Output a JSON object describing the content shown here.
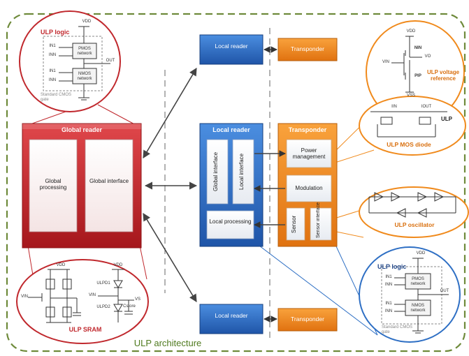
{
  "architecture_label": "ULP architecture",
  "global_reader": {
    "title": "Global reader",
    "processing": "Global processing",
    "interface": "Global interface"
  },
  "local_reader_main": {
    "title": "Local reader",
    "global_interface": "Global interface",
    "local_interface": "Local interface",
    "processing": "Local processing"
  },
  "transponder_main": {
    "title": "Transponder",
    "power": "Power management",
    "modulation": "Modulation",
    "sensor": "Sensor",
    "sensor_interface": "Sensor interface"
  },
  "small_blocks": {
    "local_reader_top": "Local reader",
    "transponder_top": "Transponder",
    "local_reader_bottom": "Local reader",
    "transponder_bottom": "Transponder"
  },
  "callouts": {
    "logic_top": {
      "title": "ULP logic",
      "vdd": "VDD",
      "in1": "IN1",
      "inn": "INN",
      "pmos": "PMOS network",
      "nmos": "NMOS network",
      "out": "OUT",
      "caption": "Standard CMOS gate"
    },
    "sram": {
      "title": "ULP SRAM",
      "vdd": "VDD",
      "vin": "VIN",
      "ulpd1": "ULPD1",
      "ulpd2": "ULPD2",
      "cstore": "Cstore",
      "vs": "VS"
    },
    "voltage_ref": {
      "title": "ULP voltage reference",
      "vdd": "VDD",
      "vss": "VSS",
      "vin": "VIN",
      "vo": "VO",
      "nin": "NIN",
      "pip": "PIP"
    },
    "mos_diode": {
      "title": "ULP MOS diode",
      "iin": "IIN",
      "iout": "IOUT",
      "ulp": "ULP"
    },
    "oscillator": {
      "title": "ULP oscillator"
    },
    "logic_bottom": {
      "title": "ULP logic",
      "vdd": "VDD",
      "in1": "IN1",
      "inn": "INN",
      "pmos": "PMOS network",
      "nmos": "NMOS network",
      "out": "OUT",
      "caption": "Standard CMOS gate"
    }
  },
  "colors": {
    "red": "#c0282d",
    "blue": "#2e6fc4",
    "orange": "#f08a1c",
    "green": "#6e8a3a",
    "navy": "#244a8c"
  }
}
